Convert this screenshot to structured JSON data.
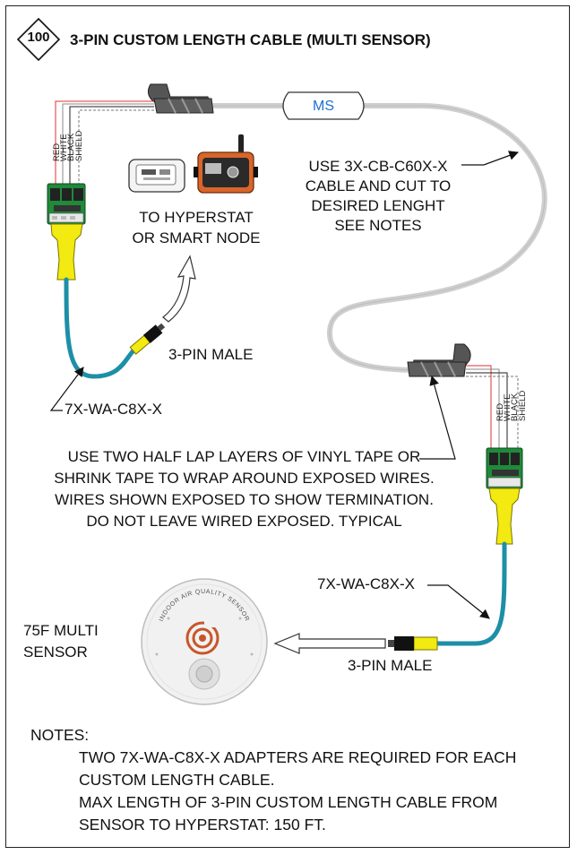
{
  "header": {
    "number": "100",
    "title": "3-PIN CUSTOM LENGTH CABLE (MULTI SENSOR)"
  },
  "labels": {
    "ms": "MS",
    "use_cable": [
      "USE 3X-CB-C60X-X",
      "CABLE AND CUT TO",
      "DESIRED LENGHT",
      "SEE NOTES"
    ],
    "to_hyperstat": [
      "TO HYPERSTAT",
      "OR SMART NODE"
    ],
    "three_pin_male_top": "3-PIN MALE",
    "adapter_top": "7X-WA-C8X-X",
    "tape_note": [
      "USE TWO HALF LAP LAYERS OF VINYL TAPE OR",
      "SHRINK TAPE TO WRAP AROUND EXPOSED WIRES.",
      "WIRES SHOWN EXPOSED TO SHOW TERMINATION.",
      "DO NOT LEAVE WIRED EXPOSED. TYPICAL"
    ],
    "adapter_bottom": "7X-WA-C8X-X",
    "sensor": [
      "75F MULTI",
      "SENSOR"
    ],
    "three_pin_male_bottom": "3-PIN MALE",
    "sensor_ring_text": "INDOOR AIR QUALITY SENSOR"
  },
  "wires": [
    "RED",
    "WHITE",
    "BLACK",
    "SHIELD"
  ],
  "notes": {
    "heading": "NOTES:",
    "lines": [
      "TWO 7X-WA-C8X-X ADAPTERS ARE REQUIRED FOR EACH",
      "CUSTOM LENGTH CABLE.",
      "MAX LENGTH OF 3-PIN CUSTOM LENGTH CABLE FROM",
      "SENSOR TO HYPERSTAT: 150 FT."
    ]
  },
  "colors": {
    "cable_gray": "#cfcfcf",
    "adapter_blue": "#1d8fa6",
    "connector_yellow": "#f2ea10",
    "terminal_green": "#1f8a3a",
    "ms_text": "#1f6fd0",
    "wire_red": "#e23030",
    "node_orange": "#d9652b"
  }
}
